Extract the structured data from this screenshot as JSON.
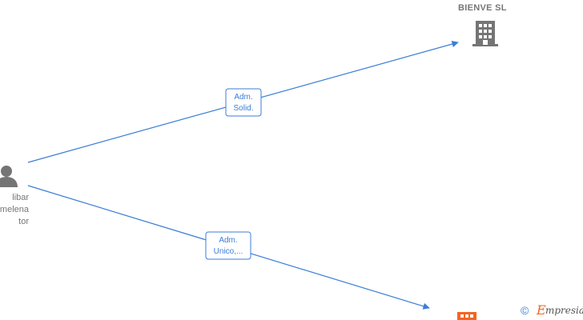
{
  "nodes": {
    "company_top": {
      "name": "BIENVE  SL",
      "icon": "building-icon",
      "color": "#757575"
    },
    "company_bottom": {
      "name": "",
      "icon": "building-icon",
      "color": "#f26522"
    },
    "person": {
      "lines": [
        "libar",
        "melena",
        "tor"
      ],
      "icon": "person-icon",
      "color": "#757575"
    }
  },
  "edges": [
    {
      "from": "person",
      "to": "company_top",
      "label_lines": [
        "Adm.",
        "Solid."
      ]
    },
    {
      "from": "person",
      "to": "company_bottom",
      "label_lines": [
        "Adm.",
        "Unico,..."
      ]
    }
  ],
  "watermark": {
    "symbol": "©",
    "brand_initial": "E",
    "brand_rest": "mpresia"
  },
  "colors": {
    "edge": "#3b7dd8",
    "accent": "#f26522",
    "node_gray": "#757575"
  }
}
